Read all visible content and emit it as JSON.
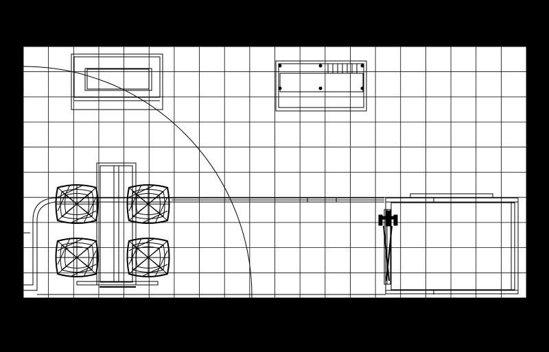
{
  "colors": {
    "frame": "#000000",
    "sheet": "#ffffff",
    "line": "#000000"
  },
  "grid": {
    "columns": 20,
    "rows": 10
  },
  "objects": {
    "swing_arc": "door-swing-arc",
    "chairs_count": 4,
    "wall_piece": "tv-cabinet",
    "counter": "long-counter"
  }
}
